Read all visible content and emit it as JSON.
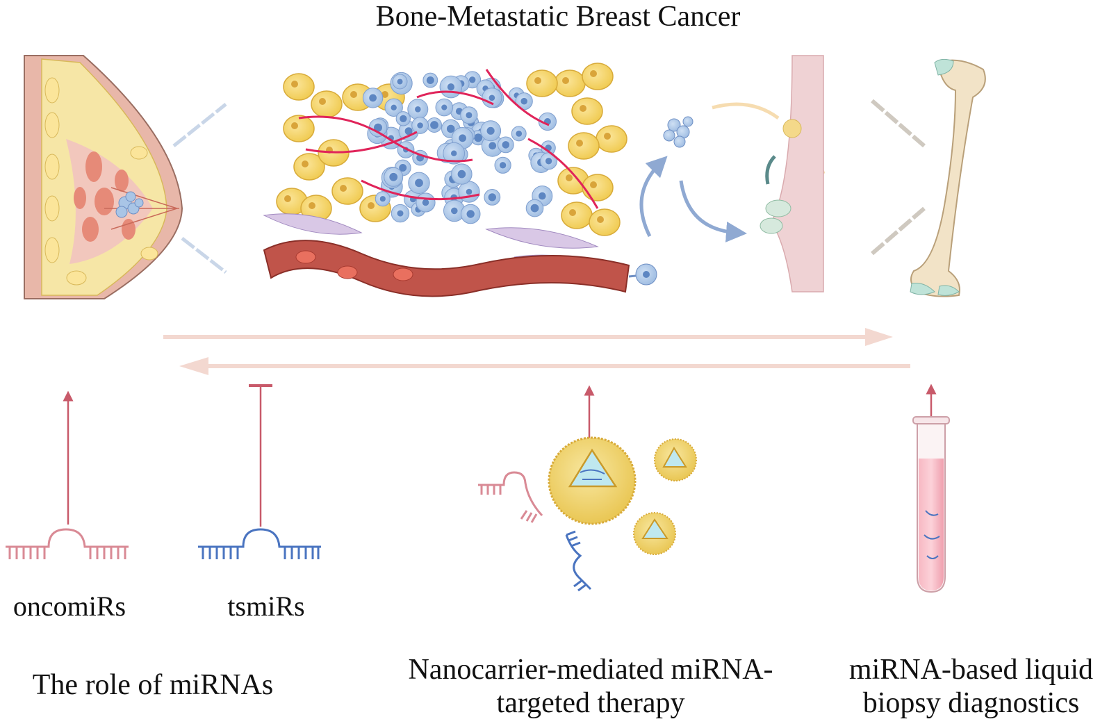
{
  "diagram": {
    "title": "Bone-Metastatic Breast Cancer",
    "labels": {
      "oncomirs": "oncomiRs",
      "tsmirs": "tsmiRs",
      "role": "The role of miRNAs",
      "nanocarrier": "Nanocarrier-mediated miRNA-\ntargeted therapy",
      "liquid_biopsy": "miRNA-based liquid\nbiopsy diagnostics"
    }
  },
  "colors": {
    "tumor_cell": "#a9c5e6",
    "tumor_nucleus": "#5d86c2",
    "adipocyte": "#f5d561",
    "vessel": "#c0544a",
    "oncomir": "#d98a95",
    "tsmir": "#4a74c0",
    "nanoparticle": "#f3d86a",
    "bone": "#f2e3c7",
    "flow_arrow": "#f3d8d0"
  },
  "icons": [
    "breast-icon",
    "tumor-microenvironment-icon",
    "blood-vessel-icon",
    "bone-niche-icon",
    "femur-bone-icon",
    "oncomir-icon",
    "tsmir-icon",
    "nanoparticle-icon",
    "test-tube-icon"
  ]
}
